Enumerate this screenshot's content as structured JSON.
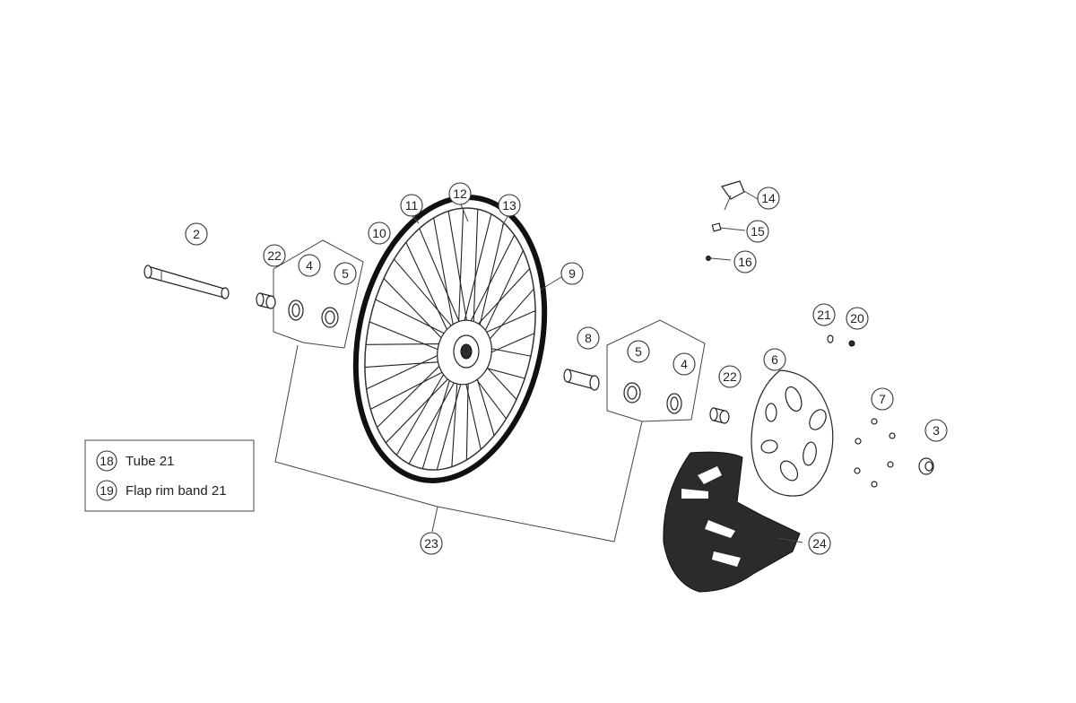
{
  "callouts": [
    "2",
    "22",
    "4",
    "5",
    "10",
    "11",
    "12",
    "13",
    "9",
    "8",
    "5",
    "4",
    "22",
    "6",
    "14",
    "15",
    "16",
    "21",
    "20",
    "7",
    "3",
    "24",
    "23"
  ],
  "legend": {
    "items": [
      {
        "number": "18",
        "label": "Tube 21"
      },
      {
        "number": "19",
        "label": "Flap rim band 21"
      }
    ]
  },
  "colors": {
    "line": "#222222",
    "guard": "#2b2b2b",
    "background": "#ffffff"
  }
}
